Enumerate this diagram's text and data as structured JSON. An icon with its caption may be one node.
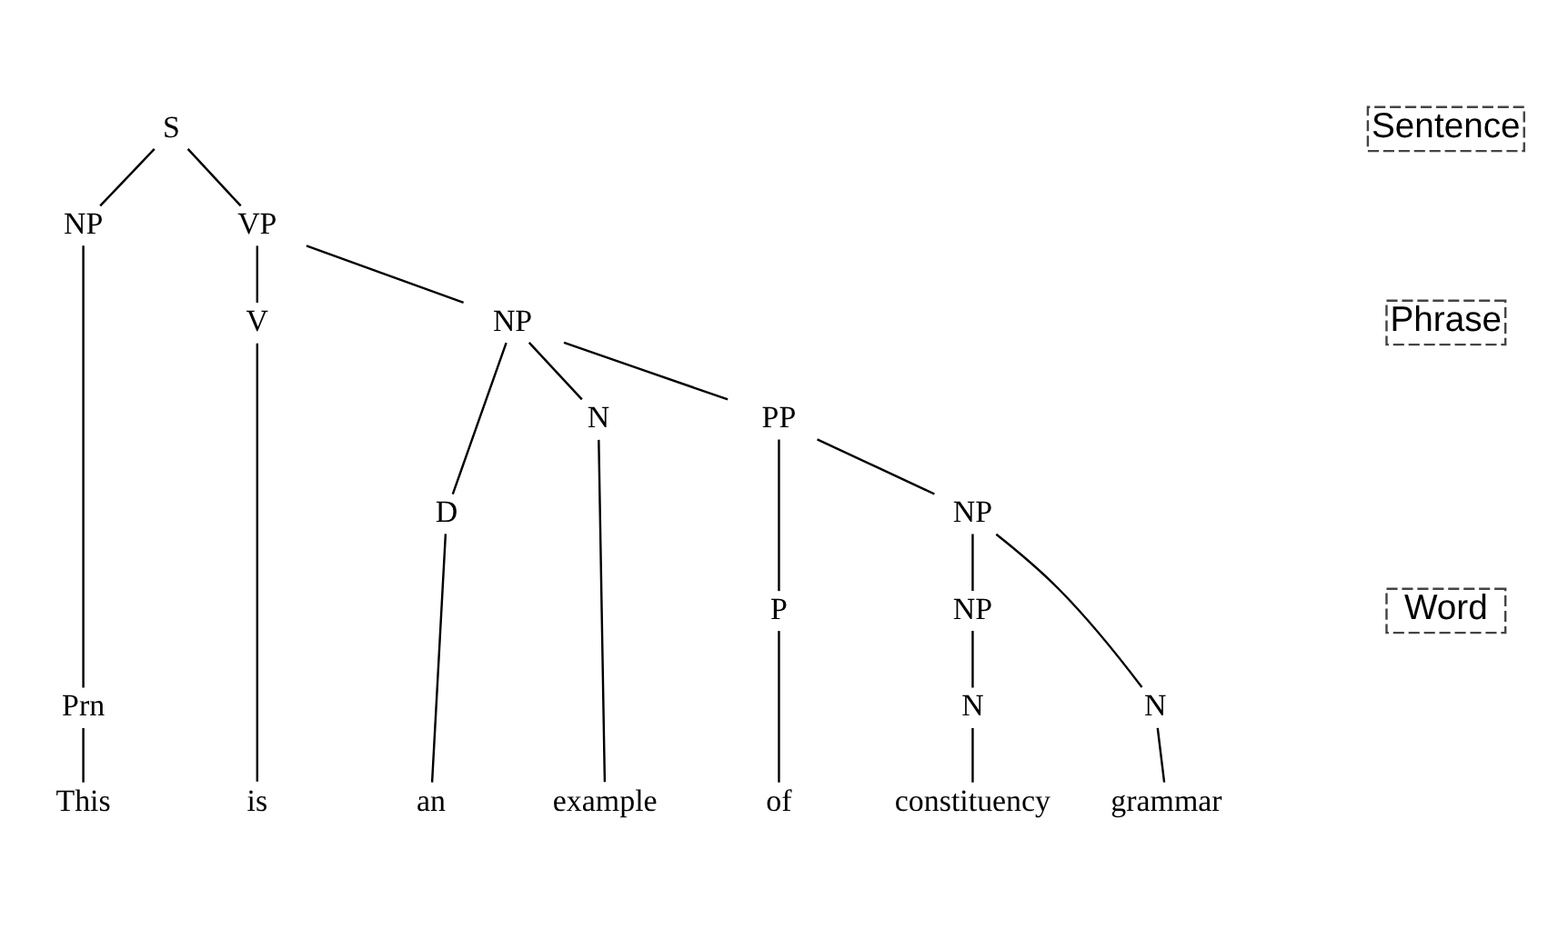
{
  "diagram": {
    "nodes": [
      {
        "text": [
          "S"
        ]
      },
      {
        "text": [
          "NP"
        ]
      },
      {
        "text": [
          "VP"
        ]
      },
      {
        "text": [
          "Prn"
        ]
      },
      {
        "text": [
          "V"
        ]
      },
      {
        "text": [
          "NP"
        ]
      },
      {
        "text": [
          "D"
        ]
      },
      {
        "text": [
          "N"
        ]
      },
      {
        "text": [
          "PP"
        ]
      },
      {
        "text": [
          "P"
        ]
      },
      {
        "text": [
          "NP"
        ]
      },
      {
        "text": [
          "NP"
        ]
      },
      {
        "text": [
          "N"
        ]
      },
      {
        "text": [
          "N"
        ]
      },
      {
        "text": [
          "This"
        ]
      },
      {
        "text": [
          "is"
        ]
      },
      {
        "text": [
          "an"
        ]
      },
      {
        "text": [
          "example"
        ]
      },
      {
        "text": [
          "of"
        ]
      },
      {
        "text": [
          "constituency"
        ]
      },
      {
        "text": [
          "grammar"
        ]
      }
    ],
    "edges": [
      {
        "from": 0,
        "to": 1,
        "arrow": "none"
      },
      {
        "from": 0,
        "to": 2,
        "arrow": "none"
      },
      {
        "from": 1,
        "to": 3,
        "arrow": "none"
      },
      {
        "from": 2,
        "to": 4,
        "arrow": "none"
      },
      {
        "from": 2,
        "to": 5,
        "arrow": "none"
      },
      {
        "from": 5,
        "to": 6,
        "arrow": "none"
      },
      {
        "from": 5,
        "to": 7,
        "arrow": "none"
      },
      {
        "from": 5,
        "to": 8,
        "arrow": "none"
      },
      {
        "from": 8,
        "to": 9,
        "arrow": "none"
      },
      {
        "from": 8,
        "to": 10,
        "arrow": "none"
      },
      {
        "from": 10,
        "to": 11,
        "arrow": "none"
      },
      {
        "from": 10,
        "to": 12,
        "arrow": "none"
      },
      {
        "from": 11,
        "to": 13,
        "arrow": "none"
      },
      {
        "from": 3,
        "to": 14,
        "arrow": "none"
      },
      {
        "from": 4,
        "to": 15,
        "arrow": "none"
      },
      {
        "from": 6,
        "to": 16,
        "arrow": "none"
      },
      {
        "from": 7,
        "to": 17,
        "arrow": "none"
      },
      {
        "from": 9,
        "to": 18,
        "arrow": "none"
      },
      {
        "from": 13,
        "to": 19,
        "arrow": "none"
      },
      {
        "from": 12,
        "to": 20,
        "arrow": "none"
      }
    ],
    "labels": [
      "Sentence",
      "Phrase",
      "Word"
    ]
  }
}
